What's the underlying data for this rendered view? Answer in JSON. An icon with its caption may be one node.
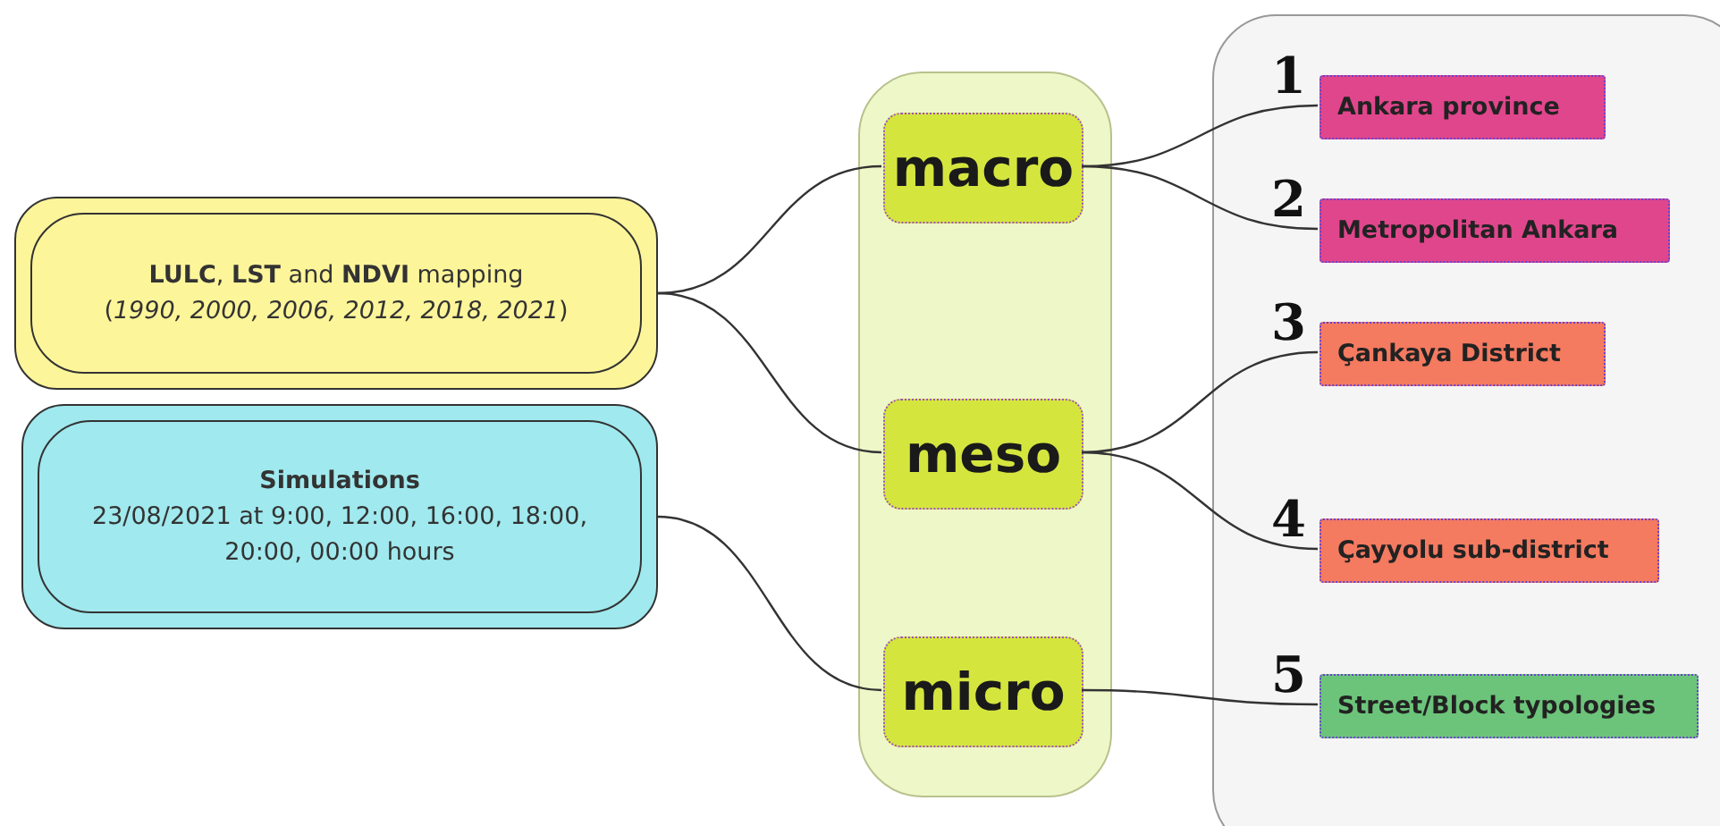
{
  "diagram": {
    "nodes": [
      {
        "text": [
          "**LULC**, **LST** and **NDVI** mapping",
          "(*1990, 2000, 2006, 2012, 2018, 2021*)"
        ]
      },
      {
        "text": [
          "Simulations",
          "23/08/2021 at 9:00, 12:00, 16:00, 18:00, 20:00, 00:00 hours"
        ]
      },
      {
        "text": [],
        "shape": "box"
      },
      {
        "text": [
          "macro"
        ],
        "in": 2
      },
      {
        "text": [
          "meso"
        ],
        "in": 2
      },
      {
        "text": [
          "micro"
        ],
        "in": 2
      },
      {
        "text": [],
        "shape": "box"
      },
      {
        "text": [
          "Ankara province"
        ],
        "in": 6,
        "beside": [
          "1"
        ]
      },
      {
        "text": [
          "Metropolitan Ankara"
        ],
        "in": 6,
        "beside": [
          "2"
        ]
      },
      {
        "text": [
          "Çankaya District"
        ],
        "in": 6,
        "beside": [
          "3"
        ]
      },
      {
        "text": [
          "Çayyolu sub-district"
        ],
        "in": 6,
        "beside": [
          "4"
        ]
      },
      {
        "text": [
          "Street/Block typologies"
        ],
        "in": 6,
        "beside": [
          "5"
        ]
      }
    ],
    "edges": [
      {
        "from": 0,
        "to": 3,
        "arrow": "none"
      },
      {
        "from": 0,
        "to": 4,
        "arrow": "none"
      },
      {
        "from": 1,
        "to": 5,
        "arrow": "none"
      },
      {
        "from": 3,
        "to": 7,
        "arrow": "none"
      },
      {
        "from": 3,
        "to": 8,
        "arrow": "none"
      },
      {
        "from": 4,
        "to": 9,
        "arrow": "none"
      },
      {
        "from": 4,
        "to": 10,
        "arrow": "none"
      },
      {
        "from": 5,
        "to": 11,
        "arrow": "none"
      }
    ]
  }
}
